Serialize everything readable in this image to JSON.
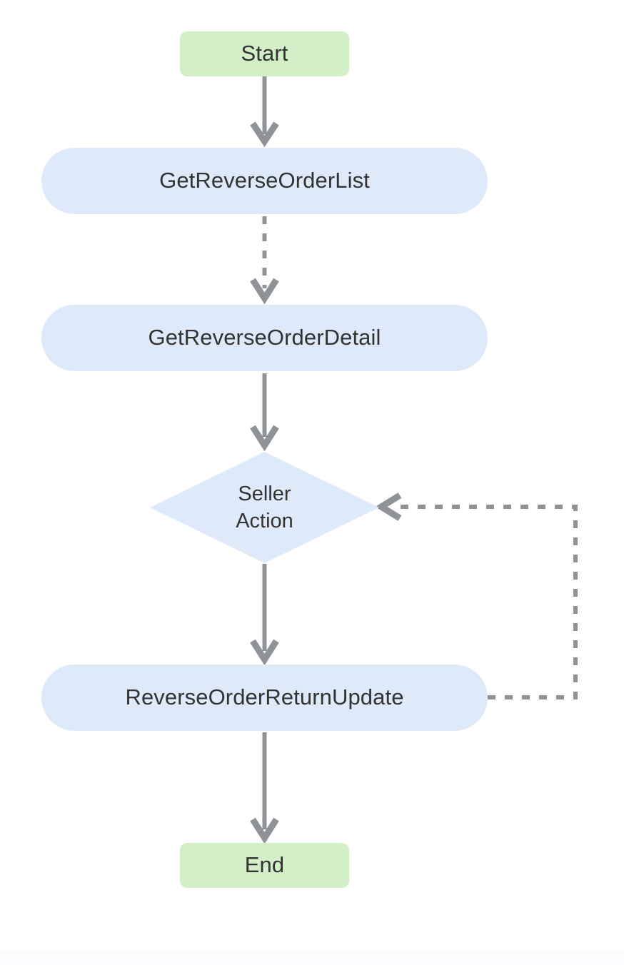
{
  "diagram": {
    "title": "Reverse Order Processing Flow",
    "type": "flowchart",
    "orientation": "top-to-bottom",
    "background_color": "#ffffff",
    "palette": {
      "terminal_fill": "#d3efc8",
      "process_fill": "#deeafa",
      "decision_fill": "#deeafa",
      "text_color": "#333333",
      "edge_color": "#8f9296"
    }
  },
  "nodes": [
    {
      "id": "start",
      "label": "Start",
      "shape": "rounded-rect",
      "role": "terminal",
      "fill": "#d3efc8"
    },
    {
      "id": "getlist",
      "label": "GetReverseOrderList",
      "shape": "stadium",
      "role": "process",
      "fill": "#deeafa"
    },
    {
      "id": "getdetail",
      "label": "GetReverseOrderDetail",
      "shape": "stadium",
      "role": "process",
      "fill": "#deeafa"
    },
    {
      "id": "selleraction",
      "label": "Seller\nAction",
      "line1": "Seller",
      "line2": "Action",
      "shape": "diamond",
      "role": "decision",
      "fill": "#deeafa"
    },
    {
      "id": "returnupdate",
      "label": "ReverseOrderReturnUpdate",
      "shape": "stadium",
      "role": "process",
      "fill": "#deeafa"
    },
    {
      "id": "end",
      "label": "End",
      "shape": "rounded-rect",
      "role": "terminal",
      "fill": "#d3efc8"
    }
  ],
  "edges": [
    {
      "id": "e1",
      "from": "start",
      "to": "getlist",
      "style": "solid",
      "label": "",
      "arrow": "down"
    },
    {
      "id": "e2",
      "from": "getlist",
      "to": "getdetail",
      "style": "dashed",
      "label": "",
      "arrow": "down"
    },
    {
      "id": "e3",
      "from": "getdetail",
      "to": "selleraction",
      "style": "solid",
      "label": "",
      "arrow": "down"
    },
    {
      "id": "e4",
      "from": "selleraction",
      "to": "returnupdate",
      "style": "solid",
      "label": "",
      "arrow": "down"
    },
    {
      "id": "e5",
      "from": "returnupdate",
      "to": "end",
      "style": "solid",
      "label": "",
      "arrow": "down"
    },
    {
      "id": "e6",
      "from": "returnupdate",
      "to": "selleraction",
      "style": "dashed",
      "label": "",
      "arrow": "left",
      "routing": "right-loop-back"
    }
  ]
}
